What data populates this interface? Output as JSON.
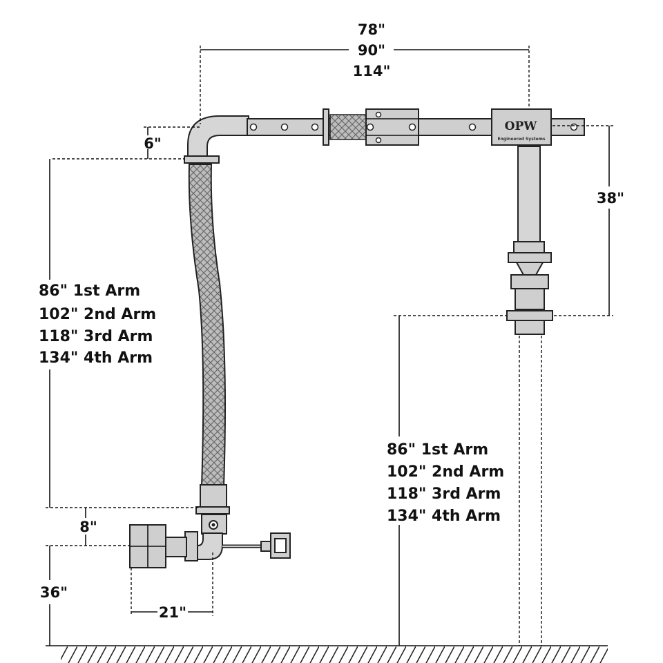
{
  "brand": {
    "logo_text": "OPW",
    "logo_subtext": "Engineered Systems"
  },
  "dimensions": {
    "top_span": [
      "78\"",
      "90\"",
      "114\""
    ],
    "elbow_drop": "6\"",
    "riser_height": "38\"",
    "left_arm_lengths": [
      "86\" 1st Arm",
      "102\" 2nd Arm",
      "118\" 3rd Arm",
      "134\" 4th Arm"
    ],
    "right_arm_lengths": [
      "86\" 1st Arm",
      "102\" 2nd Arm",
      "118\" 3rd Arm",
      "134\" 4th Arm"
    ],
    "swivel_offset": "8\"",
    "coupler_height": "36\"",
    "coupler_reach": "21\""
  }
}
